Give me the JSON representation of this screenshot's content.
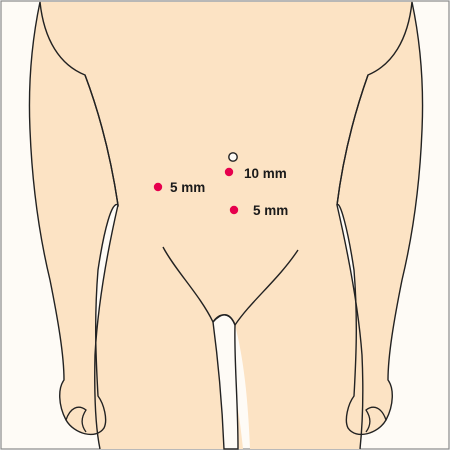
{
  "colors": {
    "background": "#fefbf6",
    "border": "#8a8a8a",
    "skin": "#fce3c4",
    "outline": "#222222",
    "port_marker": "#e6004d",
    "umbilicus_marker": "#222222"
  },
  "ports": {
    "right": {
      "label": "5 mm",
      "marker": "filled-dot"
    },
    "umbilical": {
      "label": "10 mm",
      "marker": "filled-dot"
    },
    "lower": {
      "label": "5 mm",
      "marker": "filled-dot"
    }
  },
  "umbilicus": {
    "marker": "open-circle"
  }
}
